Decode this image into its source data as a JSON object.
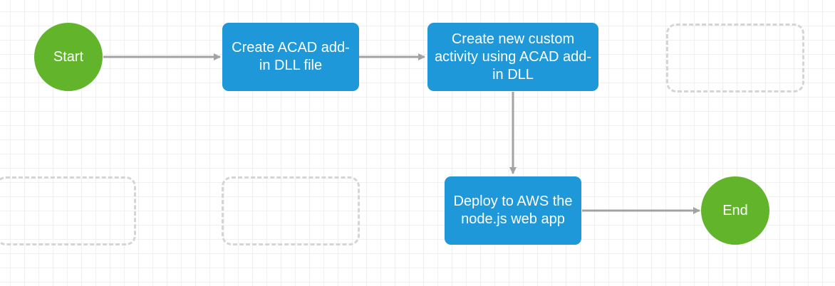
{
  "diagram": {
    "nodes": {
      "start": "Start",
      "create_dll": "Create ACAD add-in DLL file",
      "create_activity": "Create new custom activity using ACAD add-in DLL",
      "deploy": "Deploy to AWS the node.js web app",
      "end": "End"
    },
    "edges": [
      [
        "Start",
        "Create ACAD add-in DLL file"
      ],
      [
        "Create ACAD add-in DLL file",
        "Create new custom activity using ACAD add-in DLL"
      ],
      [
        "Create new custom activity using ACAD add-in DLL",
        "Deploy to AWS the node.js web app"
      ],
      [
        "Deploy to AWS the node.js web app",
        "End"
      ]
    ],
    "colors": {
      "terminal": "#62b52b",
      "process": "#1f98d9",
      "connector": "#a3a3a3",
      "placeholder_border": "#d5d5d5",
      "grid": "#f0f0f0"
    }
  }
}
